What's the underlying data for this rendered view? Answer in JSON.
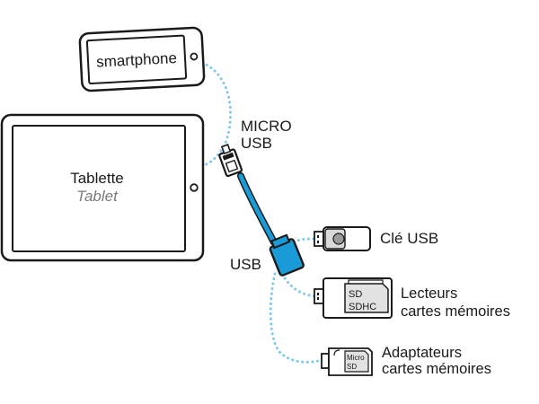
{
  "devices": {
    "smartphone": {
      "label": "smartphone"
    },
    "tablet": {
      "label_fr": "Tablette",
      "label_en": "Tablet"
    }
  },
  "connectors": {
    "micro_usb": {
      "line1": "MICRO",
      "line2": "USB"
    },
    "usb": {
      "label": "USB"
    }
  },
  "peripherals": {
    "usb_key": {
      "label": "Clé USB"
    },
    "card_reader": {
      "line1": "Lecteurs",
      "line2": "cartes mémoires",
      "card_line1": "SD",
      "card_line2": "SDHC"
    },
    "card_adapter": {
      "line1": "Adaptateurs",
      "line2": "cartes mémoires",
      "card_line1": "Micro",
      "card_line2": "SD"
    }
  },
  "colors": {
    "cable_blue": "#1a9ad6",
    "dotted_link": "#7fc8ea",
    "outline": "#1a1a1a"
  }
}
